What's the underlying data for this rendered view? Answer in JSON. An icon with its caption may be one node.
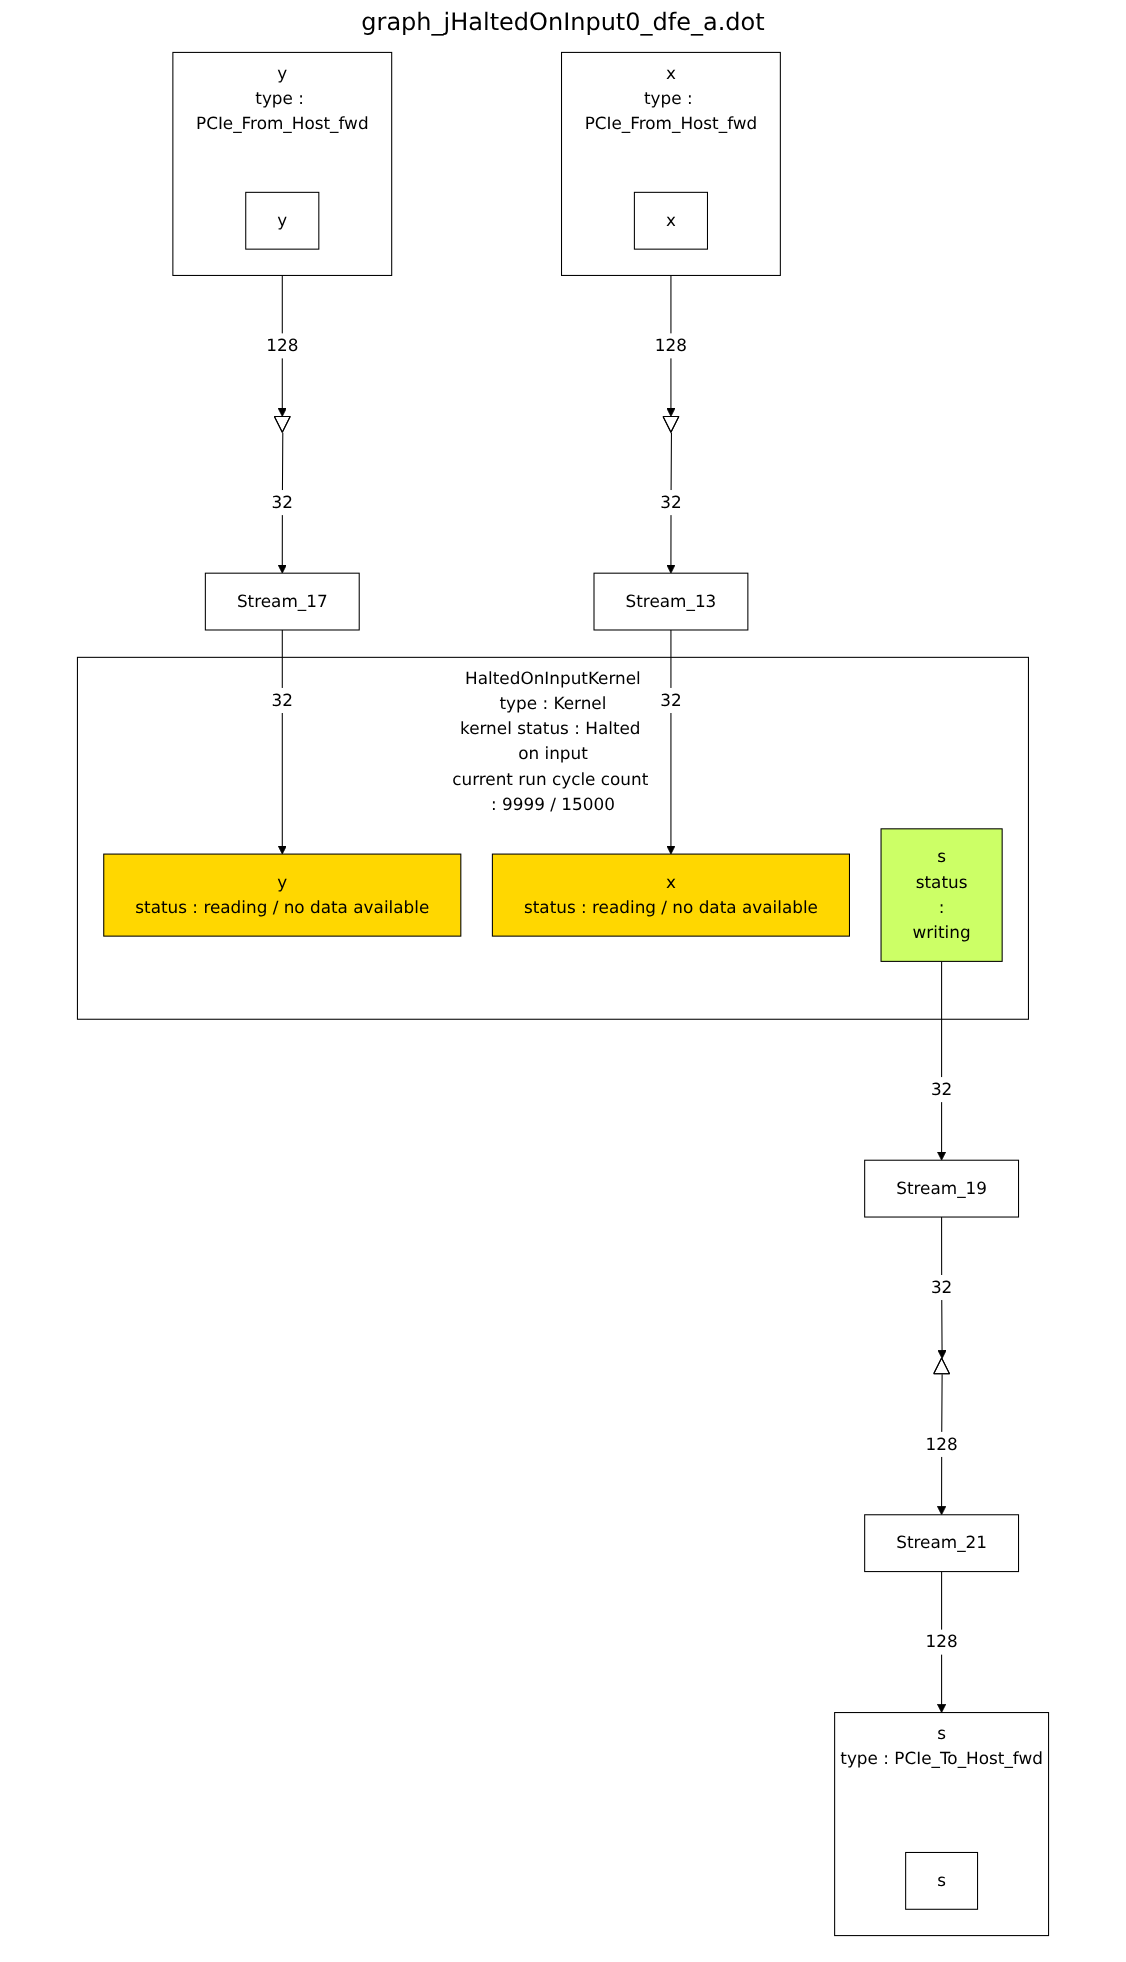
{
  "diagram": {
    "title": "graph_jHaltedOnInput0_dfe_a.dot",
    "nodes": [
      {
        "text": [
          "y",
          "type : PCIe_From_Host_fwd"
        ]
      },
      {
        "text": [
          "y"
        ],
        "in": 0
      },
      {
        "text": [
          "x",
          "type : PCIe_From_Host_fwd"
        ]
      },
      {
        "text": [
          "x"
        ],
        "in": 2
      },
      {
        "text": [],
        "shape": "triangle"
      },
      {
        "text": [],
        "shape": "triangle"
      },
      {
        "text": [
          "Stream_17"
        ]
      },
      {
        "text": [
          "Stream_13"
        ]
      },
      {
        "text": [
          "HaltedOnInputKernel",
          "type",
          ":",
          "Kernel",
          "kernel status",
          ":",
          "Halted on input",
          "current run cycle count",
          ":",
          "9999 / 15000"
        ]
      },
      {
        "text": [
          "y",
          "status : reading / no data available"
        ],
        "in": 8
      },
      {
        "text": [
          "x",
          "status : reading / no data available"
        ],
        "in": 8
      },
      {
        "text": [
          "s",
          "status",
          ":",
          "writing"
        ],
        "in": 8
      },
      {
        "text": [
          "Stream_19"
        ]
      },
      {
        "text": [],
        "shape": "triangle"
      },
      {
        "text": [
          "Stream_21"
        ]
      },
      {
        "text": [
          "s",
          "type : PCIe_To_Host_fwd"
        ]
      },
      {
        "text": [
          "s"
        ],
        "in": 15
      }
    ],
    "edges": [
      {
        "from": 0,
        "to": 4,
        "arrow": "to",
        "label": "128"
      },
      {
        "from": 2,
        "to": 5,
        "arrow": "to",
        "label": "128"
      },
      {
        "from": 4,
        "to": 6,
        "arrow": "to",
        "label": "32"
      },
      {
        "from": 5,
        "to": 7,
        "arrow": "to",
        "label": "32"
      },
      {
        "from": 6,
        "to": 9,
        "arrow": "to",
        "label": "32"
      },
      {
        "from": 7,
        "to": 10,
        "arrow": "to",
        "label": "32"
      },
      {
        "from": 11,
        "to": 12,
        "arrow": "to",
        "label": "32"
      },
      {
        "from": 12,
        "to": 13,
        "arrow": "to",
        "label": "32"
      },
      {
        "from": 13,
        "to": 14,
        "arrow": "to",
        "label": "128"
      },
      {
        "from": 14,
        "to": 15,
        "arrow": "to",
        "label": "128"
      }
    ]
  }
}
